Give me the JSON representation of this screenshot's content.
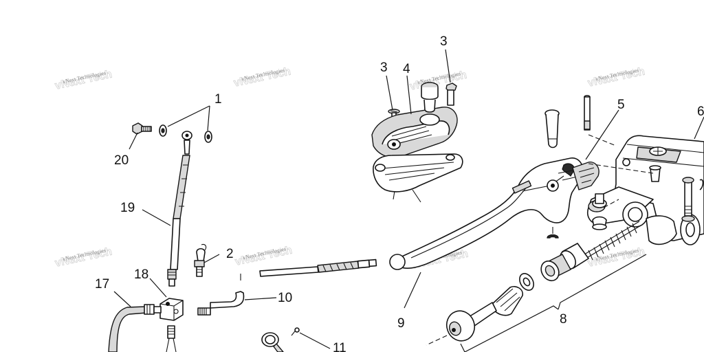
{
  "watermark_text": "vNext Technologies",
  "callouts": [
    {
      "id": "1",
      "label": "1"
    },
    {
      "id": "2",
      "label": "2"
    },
    {
      "id": "3a",
      "label": "3"
    },
    {
      "id": "3b",
      "label": "3"
    },
    {
      "id": "4",
      "label": "4"
    },
    {
      "id": "5",
      "label": "5"
    },
    {
      "id": "6",
      "label": "6"
    },
    {
      "id": "8",
      "label": "8"
    },
    {
      "id": "9",
      "label": "9"
    },
    {
      "id": "10",
      "label": "10"
    },
    {
      "id": "11",
      "label": "11"
    },
    {
      "id": "17",
      "label": "17"
    },
    {
      "id": "18",
      "label": "18"
    },
    {
      "id": "19",
      "label": "19"
    },
    {
      "id": "20",
      "label": "20"
    }
  ]
}
